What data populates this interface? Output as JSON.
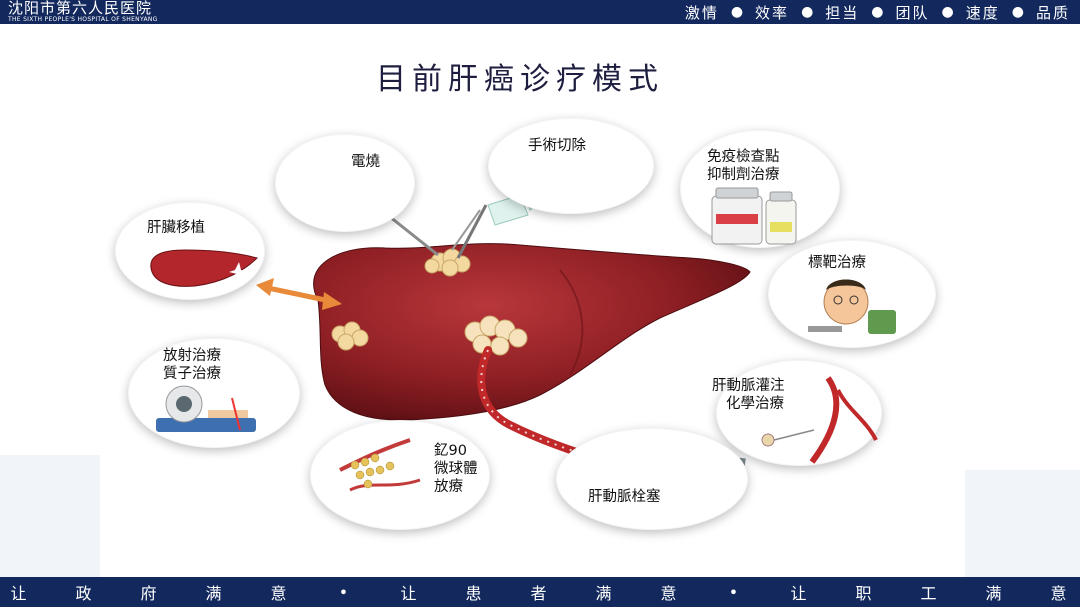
{
  "header": {
    "hospital_name_cn": "沈阳市第六人民医院",
    "hospital_name_en": "THE SIXTH PEOPLE'S HOSPITAL OF SHENYANG",
    "values": [
      "激情",
      "效率",
      "担当",
      "团队",
      "速度",
      "品质"
    ]
  },
  "slide": {
    "title": "目前肝癌诊疗模式"
  },
  "treatments": {
    "electrocautery": "電燒",
    "surgical_resection": "手術切除",
    "immunotherapy_line1": "免疫檢查點",
    "immunotherapy_line2": "抑制劑治療",
    "liver_transplant": "肝臟移植",
    "targeted_therapy": "標靶治療",
    "radiation_line1": "放射治療",
    "radiation_line2": "質子治療",
    "haic_line1": "肝動脈灌注",
    "haic_line2": "化學治療",
    "y90_line1": "釔90",
    "y90_line2": "微球體",
    "y90_line3": "放療",
    "tace": "肝動脈栓塞"
  },
  "footer": {
    "slogan_chars": [
      "让",
      "政",
      "府",
      "满",
      "意",
      "•",
      "让",
      "患",
      "者",
      "满",
      "意",
      "•",
      "让",
      "职",
      "工",
      "满",
      "意"
    ]
  },
  "colors": {
    "bar": "#13295e",
    "liver": "#8e1f24",
    "arrow": "#e98a3a"
  }
}
